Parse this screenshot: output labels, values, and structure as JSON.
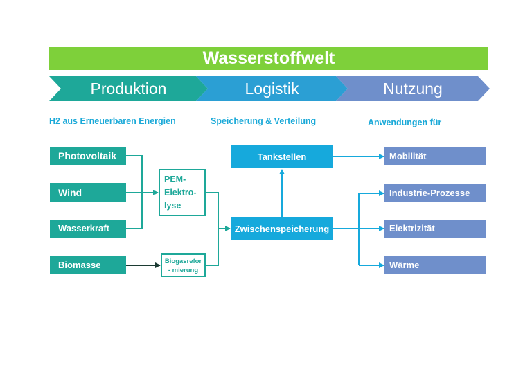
{
  "title": "Wasserstoffwelt",
  "phases": [
    "Produktion",
    "Logistik",
    "Nutzung"
  ],
  "sections": {
    "production": "H2 aus Erneuerbaren Energien",
    "logistics": "Speicherung & Verteilung",
    "usage": "Anwendungen für"
  },
  "sources": [
    "Photovoltaik",
    "Wind",
    "Wasserkraft",
    "Biomasse"
  ],
  "processes": {
    "pem": "PEM-\nElektro-\nlyse",
    "biogas": "Biogasrefor\n- mierung"
  },
  "logistics_nodes": {
    "storage": "Zwischenspeicherung",
    "stations": "Tankstellen"
  },
  "uses": [
    "Mobilität",
    "Industrie-Prozesse",
    "Elektrizität",
    "Wärme"
  ],
  "colors": {
    "title_green": "#7ed03a",
    "production_teal": "#1ea899",
    "logistics_blue": "#16a9dc",
    "usage_purple": "#6f8fcb"
  }
}
